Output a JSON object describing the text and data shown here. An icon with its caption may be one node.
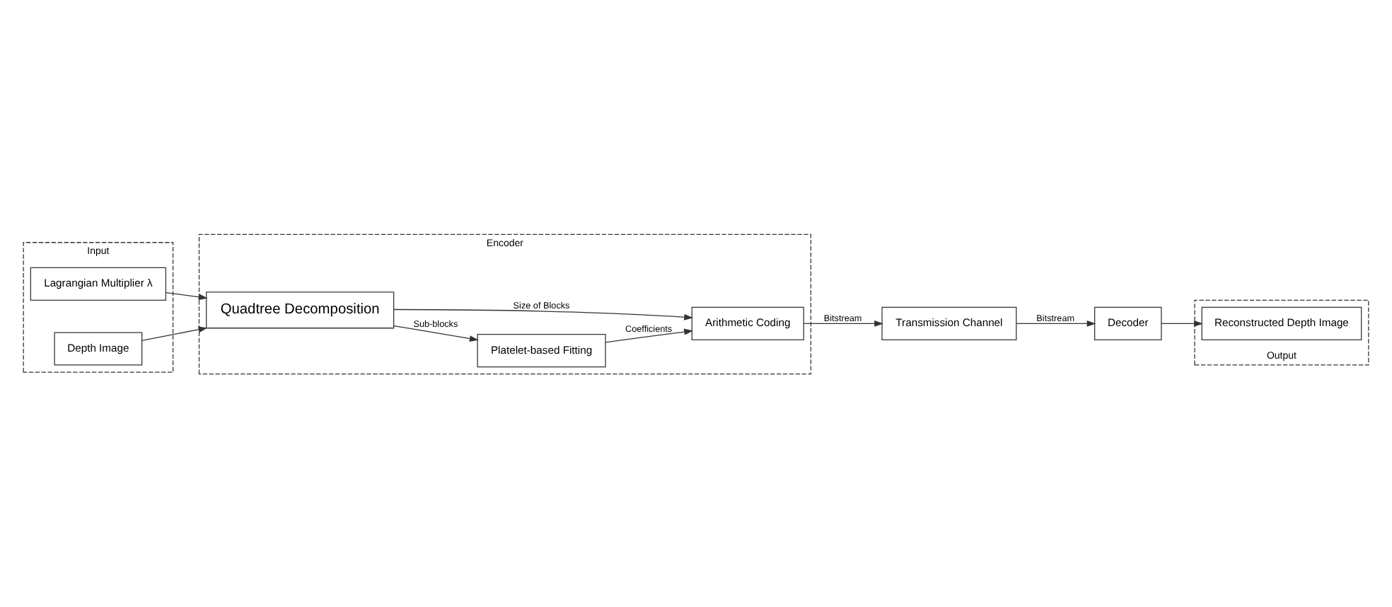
{
  "diagram": {
    "nodes": [
      {
        "text": [
          "Input"
        ]
      },
      {
        "text": [
          "Lagrangian Multiplier λ"
        ],
        "in": 0
      },
      {
        "text": [
          "Depth Image"
        ],
        "in": 0
      },
      {
        "text": [
          "Encoder"
        ]
      },
      {
        "text": [
          "Quadtree Decomposition"
        ],
        "in": 3
      },
      {
        "text": [
          "Platelet-based Fitting"
        ],
        "in": 3
      },
      {
        "text": [
          "Arithmetic Coding"
        ],
        "in": 3
      },
      {
        "text": [
          "Transmission Channel"
        ]
      },
      {
        "text": [
          "Decoder"
        ]
      },
      {
        "text": [
          "Output"
        ]
      },
      {
        "text": [
          "Reconstructed Depth Image"
        ],
        "in": 9
      }
    ],
    "edges": [
      {
        "from": 1,
        "to": 4,
        "arrow": "to"
      },
      {
        "from": 2,
        "to": 4,
        "arrow": "to"
      },
      {
        "from": 4,
        "to": 5,
        "arrow": "to",
        "label": "Sub-blocks"
      },
      {
        "from": 5,
        "to": 6,
        "arrow": "to",
        "label": "Coefficients"
      },
      {
        "from": 4,
        "to": 6,
        "arrow": "to",
        "label": "Size of Blocks"
      },
      {
        "from": 6,
        "to": 7,
        "arrow": "to",
        "label": "Bitstream"
      },
      {
        "from": 7,
        "to": 8,
        "arrow": "to",
        "label": "Bitstream"
      },
      {
        "from": 8,
        "to": 10,
        "arrow": "to"
      }
    ]
  }
}
